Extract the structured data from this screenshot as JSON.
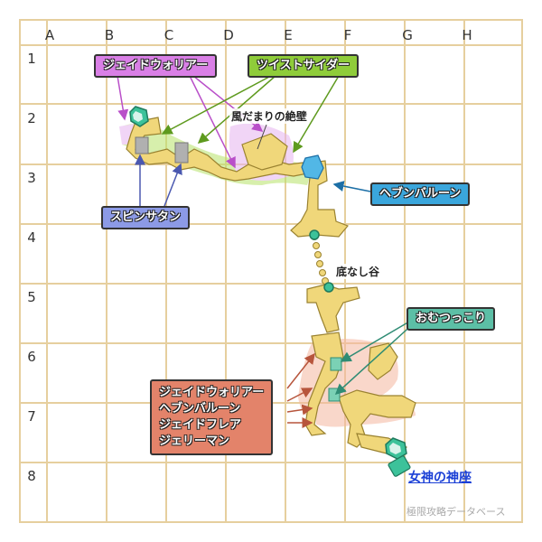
{
  "grid": {
    "columns": [
      "A",
      "B",
      "C",
      "D",
      "E",
      "F",
      "G",
      "H"
    ],
    "rows": [
      "1",
      "2",
      "3",
      "4",
      "5",
      "6",
      "7",
      "8"
    ]
  },
  "labels": {
    "jade_warrior": "ジェイドウォリアー",
    "twist_sider": "ツイストサイダー",
    "kaze_zeppeki": "風だまりの絶壁",
    "hebun_balloon": "ヘブンバルーン",
    "spin_satan": "スピンサタン",
    "sokonashi": "底なし谷",
    "omutsukkori": "おむつっこり",
    "enemy_list": [
      "ジェイドウォリアー",
      "ヘブンバルーン",
      "ジェイドフレア",
      "ジェリーマン"
    ],
    "goddess_seat": "女神の神座",
    "watermark": "極限攻略データベース"
  },
  "colors": {
    "grid": "#e6cf9e",
    "path": "#f0d77a",
    "path_stroke": "#9a8230",
    "jade_warrior": "#d97fe6",
    "twist_sider": "#8fcc3a",
    "hebun_balloon": "#3aa6dc",
    "spin_satan": "#8c9ae6",
    "omutsukkori": "#5cbfa6",
    "enemy_list": "#e3836a",
    "goddess_link": "#1a3fd6"
  },
  "icons": [
    "warp-crystal-icon",
    "warp-crystal-icon",
    "route-dot-icon"
  ]
}
